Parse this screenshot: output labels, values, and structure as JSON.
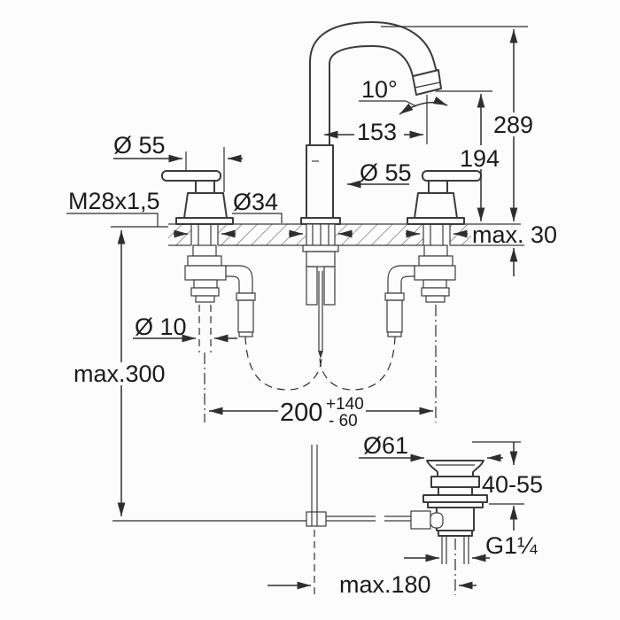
{
  "page": {
    "title": "Faucet installation dimension drawing"
  },
  "colors": {
    "background": "#fcfcfc",
    "line": "#3c3c3c",
    "dimension": "#2e2e2e",
    "text": "#1b1b1b"
  },
  "drawing": {
    "type": "technical-dimension-drawing",
    "subject": "three-hole basin mixer with high spout, two lever handles and pop-up waste",
    "units": "mm",
    "views": [
      "main elevation with countertop cross-section",
      "pop-up waste detail below"
    ]
  },
  "labels": {
    "handle_escutcheon_diameter_left": "Ø 55",
    "thread_spec": "M28x1,5",
    "hole_diameter": "Ø34",
    "spout_angle": "10°",
    "spout_reach": "153",
    "overall_height": "289",
    "outlet_height": "194",
    "handle_escutcheon_diameter_right": "Ø 55",
    "deck_thickness_max": "max. 30",
    "rod_hole_diameter": "Ø 10",
    "hose_length_max": "max.300",
    "hole_spacing": "200",
    "hole_spacing_tolerance_plus": "+140",
    "hole_spacing_tolerance_minus": "- 60",
    "waste_flange_diameter": "Ø61",
    "waste_clamping_range": "40-55",
    "waste_thread": "G1¼",
    "rod_reach_max": "max.180"
  }
}
